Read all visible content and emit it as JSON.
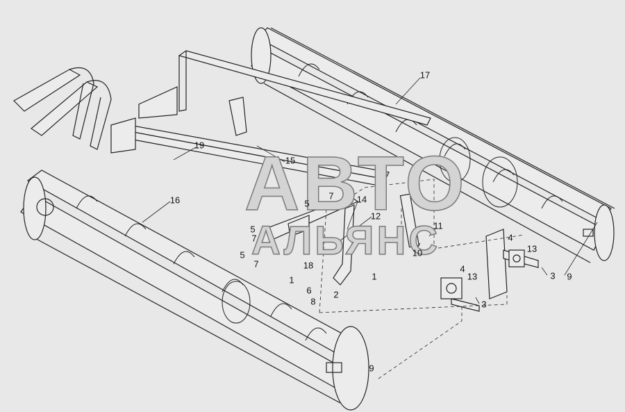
{
  "watermark": {
    "line1": "АВТО",
    "line2": "АЛЬЯНС"
  },
  "callouts": [
    {
      "id": "c17",
      "text": "17"
    },
    {
      "id": "c19",
      "text": "19"
    },
    {
      "id": "c15",
      "text": "15"
    },
    {
      "id": "c16",
      "text": "16"
    },
    {
      "id": "c5a",
      "text": "5"
    },
    {
      "id": "c7a",
      "text": "7"
    },
    {
      "id": "c14",
      "text": "14"
    },
    {
      "id": "c12",
      "text": "12"
    },
    {
      "id": "c5b",
      "text": "5"
    },
    {
      "id": "c7b",
      "text": "7"
    },
    {
      "id": "c5c",
      "text": "5"
    },
    {
      "id": "c7c",
      "text": "7"
    },
    {
      "id": "c18",
      "text": "18"
    },
    {
      "id": "c1a",
      "text": "1"
    },
    {
      "id": "c1b",
      "text": "1"
    },
    {
      "id": "c6",
      "text": "6"
    },
    {
      "id": "c8",
      "text": "8"
    },
    {
      "id": "c2",
      "text": "2"
    },
    {
      "id": "c10",
      "text": "10"
    },
    {
      "id": "c11",
      "text": "11"
    },
    {
      "id": "c4a",
      "text": "4"
    },
    {
      "id": "c13a",
      "text": "13"
    },
    {
      "id": "c4b",
      "text": "4"
    },
    {
      "id": "c13b",
      "text": "13"
    },
    {
      "id": "c3a",
      "text": "3"
    },
    {
      "id": "c3b",
      "text": "3"
    },
    {
      "id": "c9a",
      "text": "9"
    },
    {
      "id": "c9b",
      "text": "9"
    }
  ]
}
